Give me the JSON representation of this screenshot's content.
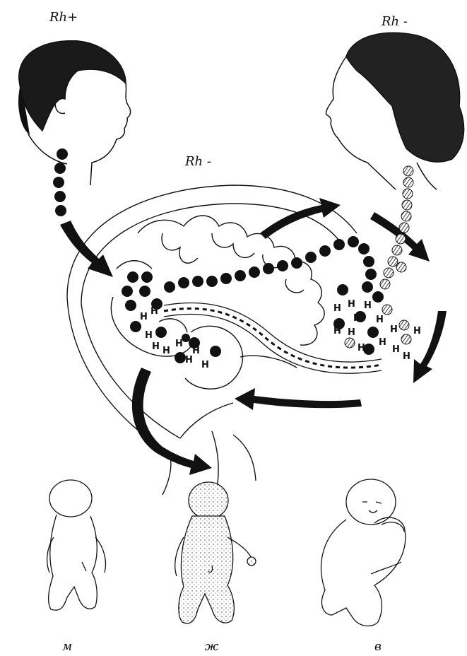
{
  "labels": {
    "father_rh": "Rh+",
    "mother_rh": "Rh -",
    "fetus_rh": "Rh -"
  },
  "captions": {
    "left": "м",
    "middle": "ж",
    "right": "в"
  },
  "legend_colors": {
    "rh_positive_cell": "#000000",
    "rh_negative_cell": "#888888",
    "antibody_mark": "H",
    "outline": "#111111"
  }
}
